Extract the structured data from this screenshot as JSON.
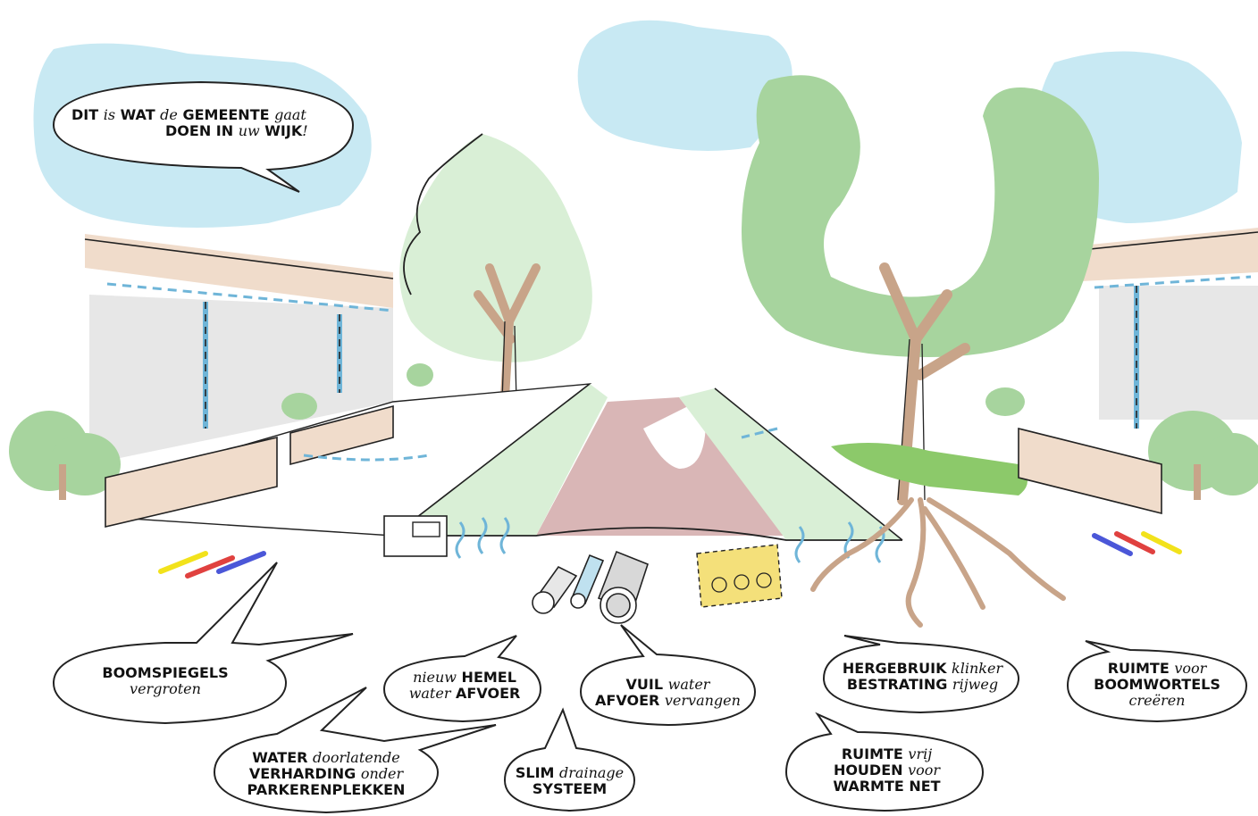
{
  "title_bubble": {
    "line1": [
      {
        "t": "DIT ",
        "s": "b"
      },
      {
        "t": "is",
        "s": "i"
      },
      {
        "t": " WAT ",
        "s": "b"
      },
      {
        "t": "de",
        "s": "i"
      },
      {
        "t": " GEMEENTE ",
        "s": "b"
      },
      {
        "t": "gaat",
        "s": "i"
      }
    ],
    "line2": [
      {
        "t": "DOEN IN ",
        "s": "b"
      },
      {
        "t": "uw",
        "s": "i"
      },
      {
        "t": " WIJK",
        "s": "b"
      },
      {
        "t": "!",
        "s": "i"
      }
    ]
  },
  "labels": {
    "boomspiegels": {
      "l1": "BOOMSPIEGELS",
      "l2": "vergroten"
    },
    "water": {
      "l1b": "WATER",
      "l1i": "doorlatende",
      "l2b": "VERHARDING",
      "l2i": "onder",
      "l3b": "PARKERENPLEKKEN"
    },
    "hemel": {
      "l1i": "nieuw",
      "l1b": "HEMEL",
      "l2i": "water",
      "l2b": "AFVOER"
    },
    "slim": {
      "l1b": "SLIM",
      "l1i": "drainage",
      "l2b": "SYSTEEM"
    },
    "vuil": {
      "l1b": "VUIL",
      "l1i": "water",
      "l2b": "AFVOER",
      "l2i": "vervangen"
    },
    "hergebruik": {
      "l1b": "HERGEBRUIK",
      "l1i": "klinker",
      "l2b": "BESTRATING",
      "l2i": "rijweg"
    },
    "ruimte_warmte": {
      "l1b": "RUIMTE",
      "l1i": "vrij",
      "l2b": "HOUDEN",
      "l2i": "voor",
      "l3b": "WARMTE NET"
    },
    "ruimte_wortels": {
      "l1b": "RUIMTE",
      "l1i": "voor",
      "l2b": "BOOMWORTELS",
      "l3i": "creëren"
    }
  },
  "colors": {
    "sky": "#c8e9f3",
    "wall": "#e7e7e7",
    "beam": "#f0dccb",
    "tree_light": "#d9efd6",
    "tree_dark": "#a7d49e",
    "trunk": "#c8a489",
    "road": "#d9b6b6",
    "water": "#6fb5d8",
    "shrub": "#8cc96a",
    "cable_yellow": "#f2e21b",
    "cable_red": "#e0413f",
    "cable_blue": "#4b57d8",
    "box": "#f4e07a"
  }
}
